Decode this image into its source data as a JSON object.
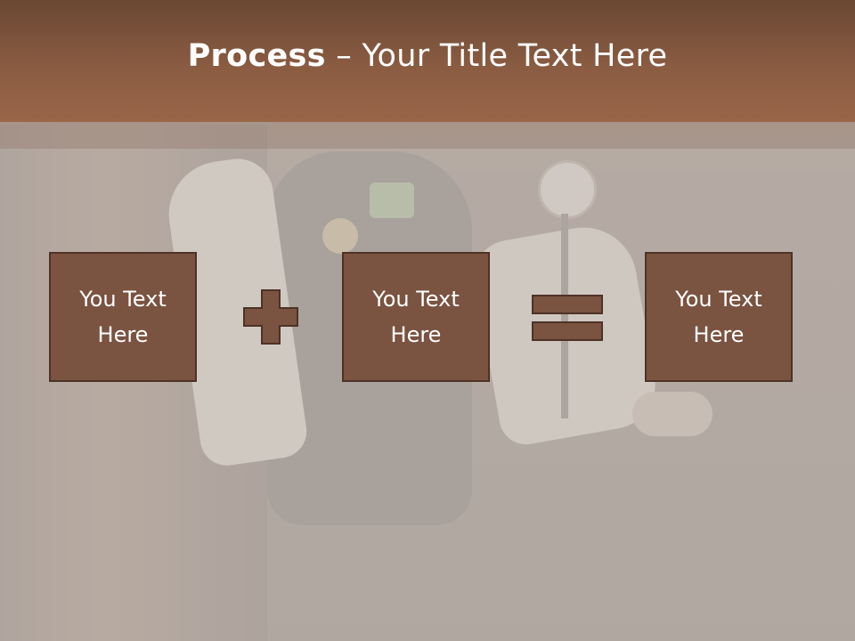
{
  "slide": {
    "title_bold": "Process",
    "title_rest": " – Your Title Text Here",
    "boxes": [
      {
        "text": "You Text\nHere"
      },
      {
        "text": "You Text\nHere"
      },
      {
        "text": "You Text\nHere"
      }
    ],
    "operators": {
      "first": "plus-icon",
      "second": "equals-icon"
    }
  },
  "colors": {
    "title_bar": "#8a5c42",
    "box_fill": "#7a5341",
    "box_border": "#4e3226",
    "operator_fill": "#7a5341",
    "background_overlay": "#cdc7c1"
  }
}
